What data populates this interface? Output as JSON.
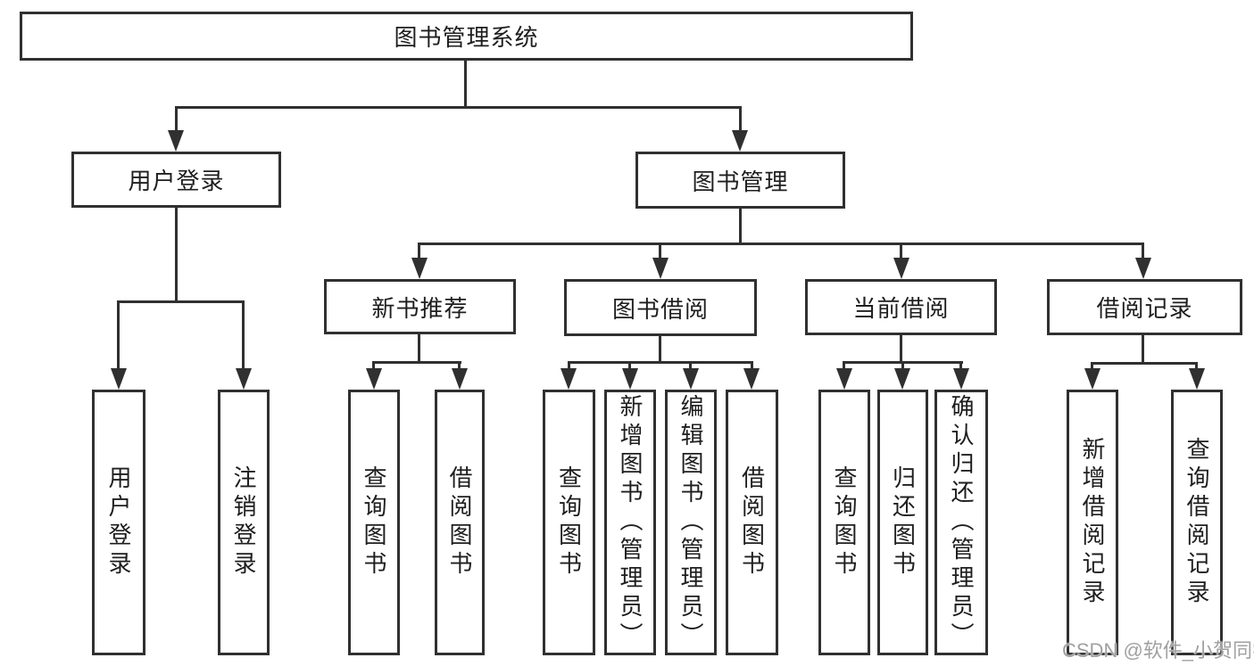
{
  "diagram": {
    "type": "tree-structure-chart",
    "watermark": "CSDN @软件_小贺同学",
    "colors": {
      "line": "#303030",
      "border": "#303030",
      "text": "#1e1e1e",
      "watermark": "#a0a0a0",
      "background": "#ffffff"
    }
  },
  "tree": {
    "label": "图书管理系统",
    "children": [
      {
        "label": "用户登录",
        "children": [
          {
            "label": "用户登录"
          },
          {
            "label": "注销登录"
          }
        ]
      },
      {
        "label": "图书管理",
        "children": [
          {
            "label": "新书推荐",
            "children": [
              {
                "label": "查询图书"
              },
              {
                "label": "借阅图书"
              }
            ]
          },
          {
            "label": "图书借阅",
            "children": [
              {
                "label": "查询图书"
              },
              {
                "label": "新增图书（管理员）"
              },
              {
                "label": "编辑图书（管理员）"
              },
              {
                "label": "借阅图书"
              }
            ]
          },
          {
            "label": "当前借阅",
            "children": [
              {
                "label": "查询图书"
              },
              {
                "label": "归还图书"
              },
              {
                "label": "确认归还（管理员）"
              }
            ]
          },
          {
            "label": "借阅记录",
            "children": [
              {
                "label": "新增借阅记录"
              },
              {
                "label": "查询借阅记录"
              }
            ]
          }
        ]
      }
    ]
  }
}
